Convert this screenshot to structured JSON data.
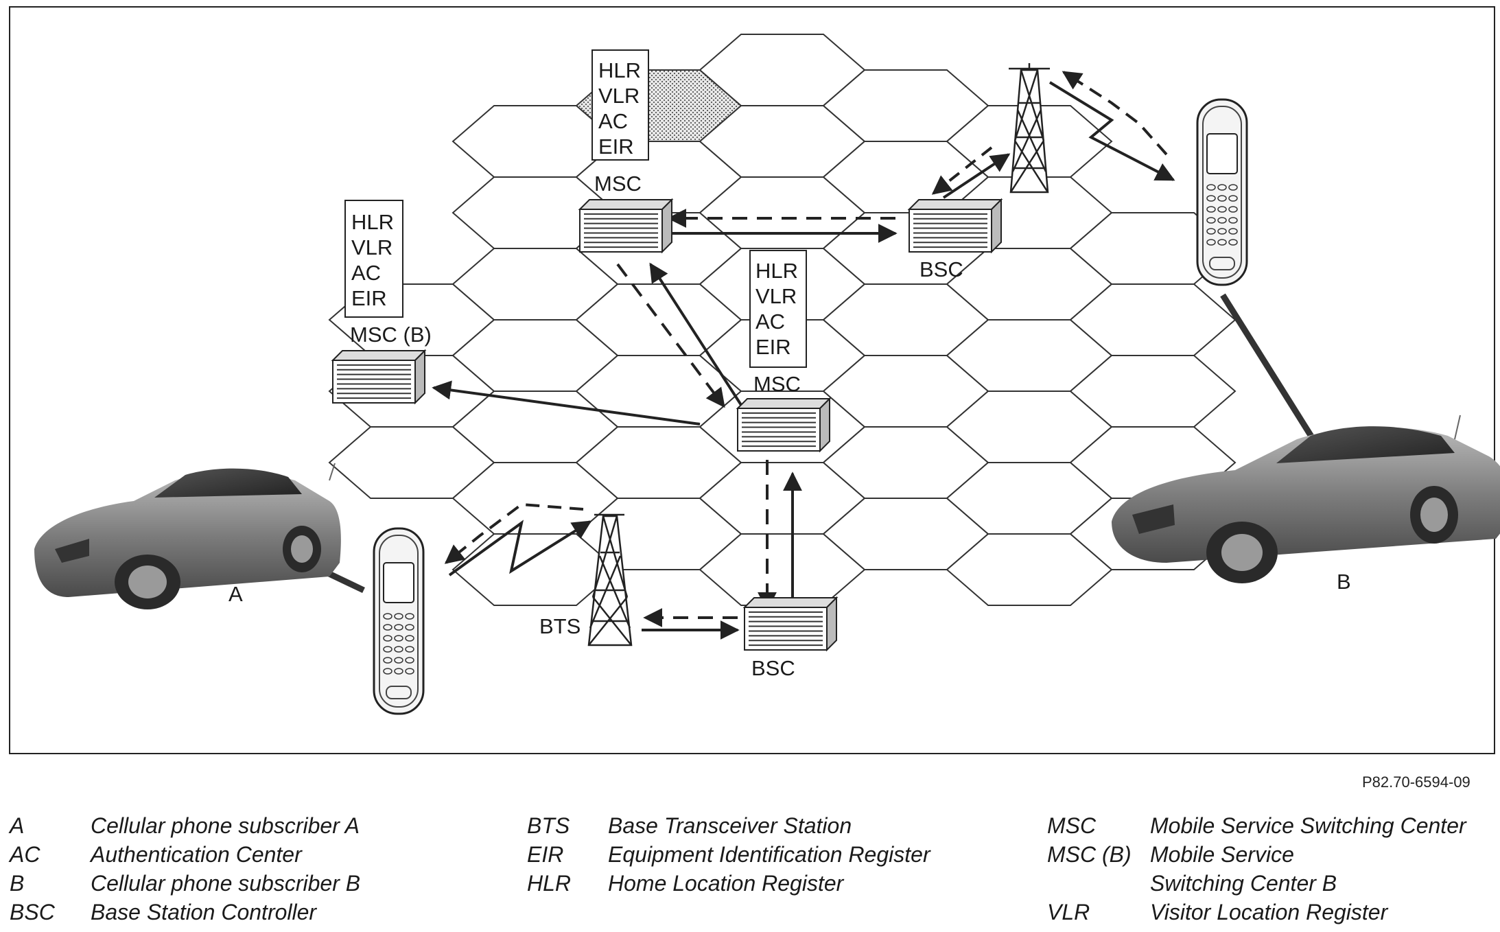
{
  "diagram": {
    "msc_top": {
      "registers": [
        "HLR",
        "VLR",
        "AC",
        "EIR"
      ],
      "label": "MSC"
    },
    "msc_b": {
      "registers": [
        "HLR",
        "VLR",
        "AC",
        "EIR"
      ],
      "label": "MSC (B)"
    },
    "msc_center": {
      "registers": [
        "HLR",
        "VLR",
        "AC",
        "EIR"
      ],
      "label": "MSC"
    },
    "bsc_top_label": "BSC",
    "bsc_bottom_label": "BSC",
    "bts_label": "BTS",
    "subscriber_a": "A",
    "subscriber_b": "B"
  },
  "figure_ref": "P82.70-6594-09",
  "legend": {
    "col1": [
      {
        "key": "A",
        "text": "Cellular phone subscriber A"
      },
      {
        "key": "AC",
        "text": "Authentication Center"
      },
      {
        "key": "B",
        "text": "Cellular phone subscriber B"
      },
      {
        "key": "BSC",
        "text": "Base Station Controller"
      }
    ],
    "col2": [
      {
        "key": "BTS",
        "text": "Base Transceiver Station"
      },
      {
        "key": "EIR",
        "text": "Equipment Identification Register"
      },
      {
        "key": "HLR",
        "text": "Home Location Register"
      }
    ],
    "col3": [
      {
        "key": "MSC",
        "text": "Mobile Service Switching Center"
      },
      {
        "key": "MSC (B)",
        "text": "Mobile Service"
      },
      {
        "key": "",
        "text": "Switching Center B"
      },
      {
        "key": "VLR",
        "text": "Visitor Location Register"
      }
    ]
  }
}
